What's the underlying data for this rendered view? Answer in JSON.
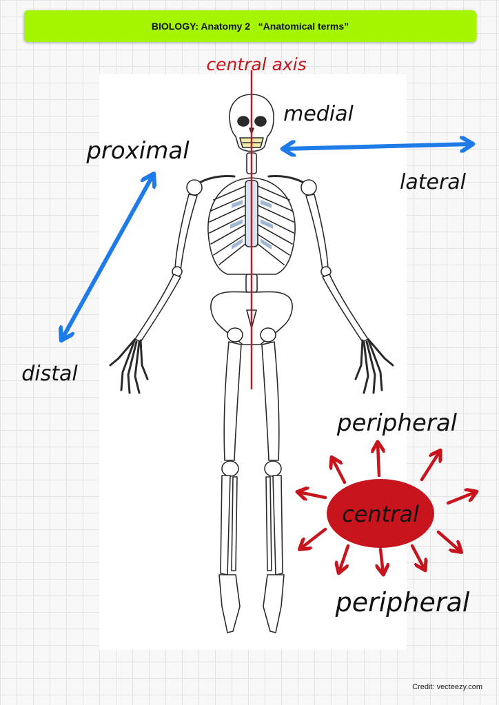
{
  "header": {
    "title": "BIOLOGY: Anatomy 2   “Anatomical terms”",
    "background_color": "#a6f500"
  },
  "labels": {
    "central_axis": "central axis",
    "medial": "medial",
    "lateral": "lateral",
    "proximal": "proximal",
    "distal": "distal",
    "peripheral_top": "peripheral",
    "central": "central",
    "peripheral_bottom": "peripheral"
  },
  "colors": {
    "axis_red": "#c8141c",
    "arrow_blue": "#1f7be8",
    "bone_outline": "#2a2a2a",
    "cartilage_blue": "#9fb7d2"
  },
  "credit": {
    "text": "Credit: vecteezy.com"
  }
}
